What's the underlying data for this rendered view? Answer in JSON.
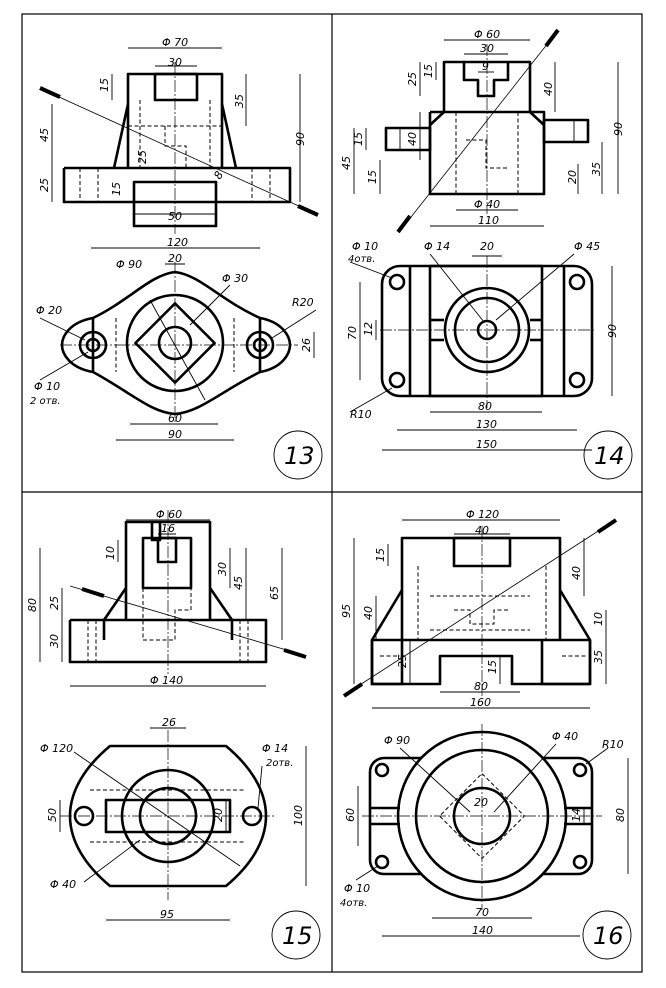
{
  "panels": [
    {
      "number": "13",
      "front_dims": [
        "Φ 70",
        "30",
        "15",
        "35",
        "45",
        "90",
        "25",
        "25",
        "15",
        "8",
        "50"
      ],
      "top_dims": [
        "120",
        "Φ 90",
        "20",
        "Φ 30",
        "Φ 20",
        "R20",
        "26",
        "Φ 10",
        "2 отв.",
        "60",
        "90"
      ]
    },
    {
      "number": "14",
      "front_dims": [
        "Φ 60",
        "30",
        "9",
        "25",
        "15",
        "40",
        "15",
        "40",
        "90",
        "45",
        "15",
        "35",
        "20",
        "Φ 40",
        "110"
      ],
      "top_dims": [
        "Φ 10",
        "4отв.",
        "Φ 14",
        "20",
        "Φ 45",
        "70",
        "12",
        "90",
        "R10",
        "80",
        "130",
        "150"
      ]
    },
    {
      "number": "15",
      "front_dims": [
        "Φ 60",
        "16",
        "10",
        "30",
        "45",
        "65",
        "80",
        "25",
        "30",
        "Φ 140"
      ],
      "top_dims": [
        "26",
        "Φ 120",
        "Φ 14",
        "2отв.",
        "50",
        "20",
        "100",
        "Φ 40",
        "95"
      ]
    },
    {
      "number": "16",
      "front_dims": [
        "Φ 120",
        "40",
        "15",
        "40",
        "95",
        "40",
        "10",
        "25",
        "15",
        "35",
        "80",
        "160"
      ],
      "top_dims": [
        "Φ 90",
        "Φ 40",
        "R10",
        "20",
        "60",
        "14",
        "80",
        "Φ 10",
        "4отв.",
        "70",
        "140"
      ]
    }
  ]
}
